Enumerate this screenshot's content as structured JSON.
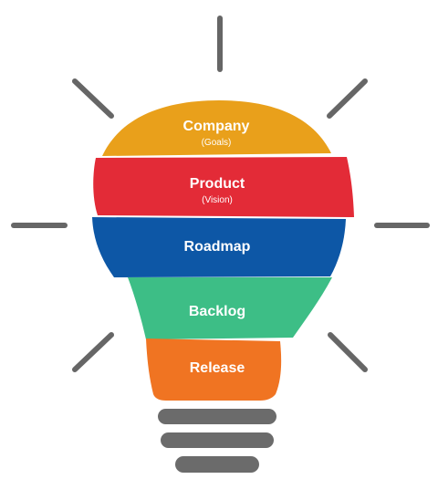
{
  "layers": [
    {
      "title": "Company",
      "subtitle": "(Goals)",
      "color": "#E9A01B"
    },
    {
      "title": "Product",
      "subtitle": "(Vision)",
      "color": "#E32B37"
    },
    {
      "title": "Roadmap",
      "subtitle": "",
      "color": "#0D57A6"
    },
    {
      "title": "Backlog",
      "subtitle": "",
      "color": "#3DBE86"
    },
    {
      "title": "Release",
      "subtitle": "",
      "color": "#F07422"
    }
  ],
  "ray_color": "#666666",
  "base_color": "#6b6b6b"
}
